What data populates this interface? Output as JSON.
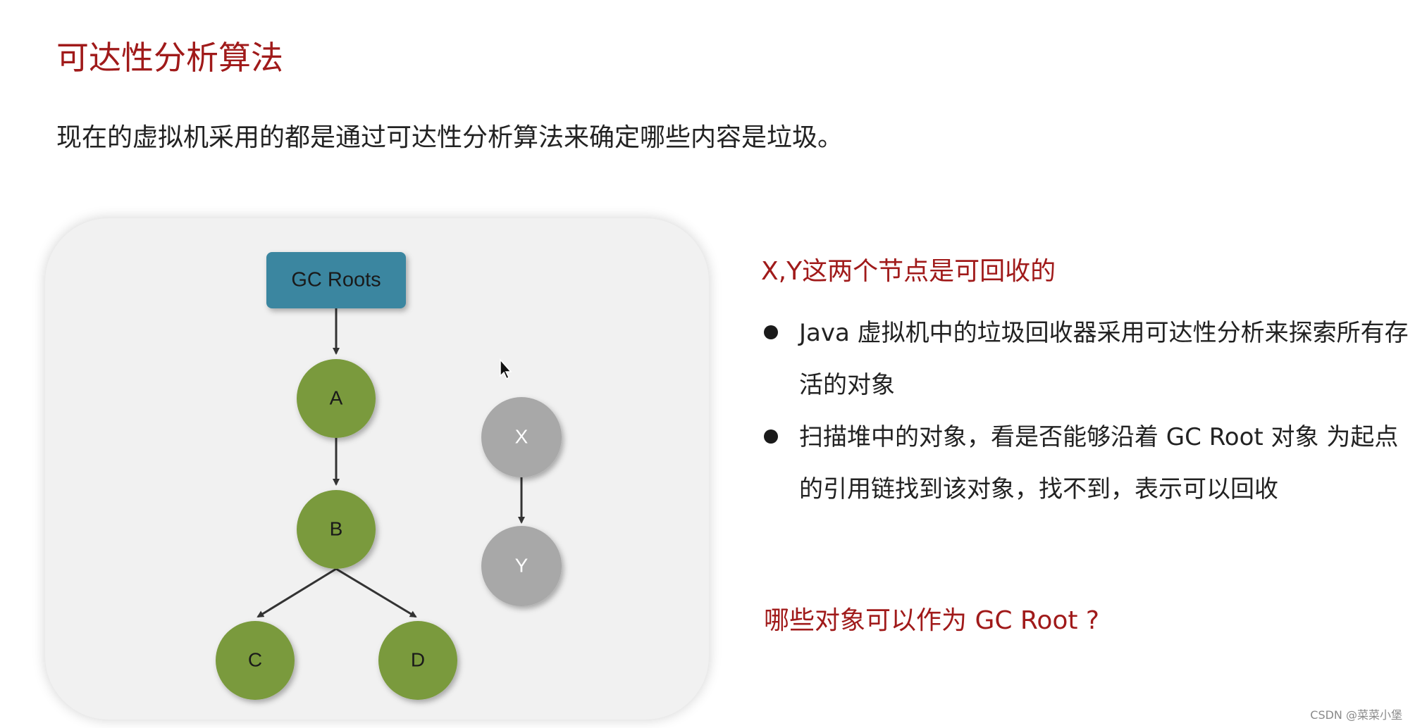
{
  "title": "可达性分析算法",
  "intro": "现在的虚拟机采用的都是通过可达性分析算法来确定哪些内容是垃圾。",
  "diagram": {
    "roots_label": "GC Roots",
    "nodes": [
      {
        "id": "A",
        "label": "A",
        "status": "reachable"
      },
      {
        "id": "B",
        "label": "B",
        "status": "reachable"
      },
      {
        "id": "C",
        "label": "C",
        "status": "reachable"
      },
      {
        "id": "D",
        "label": "D",
        "status": "reachable"
      },
      {
        "id": "X",
        "label": "X",
        "status": "unreachable"
      },
      {
        "id": "Y",
        "label": "Y",
        "status": "unreachable"
      }
    ],
    "edges": [
      {
        "from": "GC Roots",
        "to": "A"
      },
      {
        "from": "A",
        "to": "B"
      },
      {
        "from": "B",
        "to": "C"
      },
      {
        "from": "B",
        "to": "D"
      },
      {
        "from": "X",
        "to": "Y"
      }
    ],
    "colors": {
      "roots_fill": "#3a86a0",
      "reachable_fill": "#7a9a3e",
      "unreachable_fill": "#a8a8a8",
      "reachable_text": "#1a1a1a",
      "unreachable_text": "#ffffff",
      "edge": "#333333"
    }
  },
  "side": {
    "heading": "X,Y这两个节点是可回收的",
    "bullets": [
      "Java  虚拟机中的垃圾回收器采用可达性分析来探索所有存活的对象",
      "扫描堆中的对象，看是否能够沿着 GC Root 对象 为起点的引用链找到该对象，找不到，表示可以回收"
    ]
  },
  "question": "哪些对象可以作为 GC Root ?",
  "watermark": "CSDN @菜菜小堡",
  "colors": {
    "accent": "#a01a1a",
    "text": "#222222",
    "panel_bg": "#f1f1f1"
  }
}
